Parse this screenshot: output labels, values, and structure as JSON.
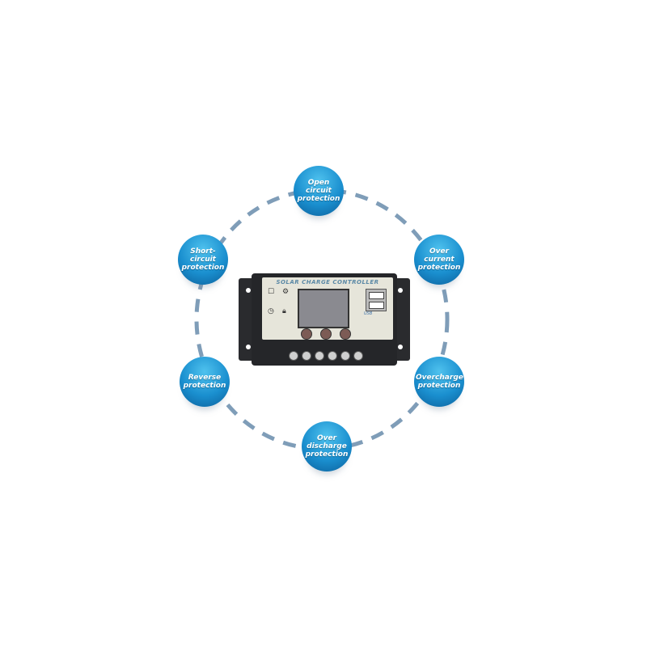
{
  "product": {
    "panel_title": "SOLAR CHARGE CONTROLLER",
    "usb_label": "USB"
  },
  "protections": [
    {
      "label": "Open circuit protection"
    },
    {
      "label": "Short-circuit protection"
    },
    {
      "label": "Over current protection"
    },
    {
      "label": "Reverse protection"
    },
    {
      "label": "Overcharge protection"
    },
    {
      "label": "Over discharge protection"
    }
  ],
  "colors": {
    "badge": "#1a8fcf",
    "dashes": "#7f9db8",
    "device": "#252629",
    "panel": "#e6e5da"
  }
}
